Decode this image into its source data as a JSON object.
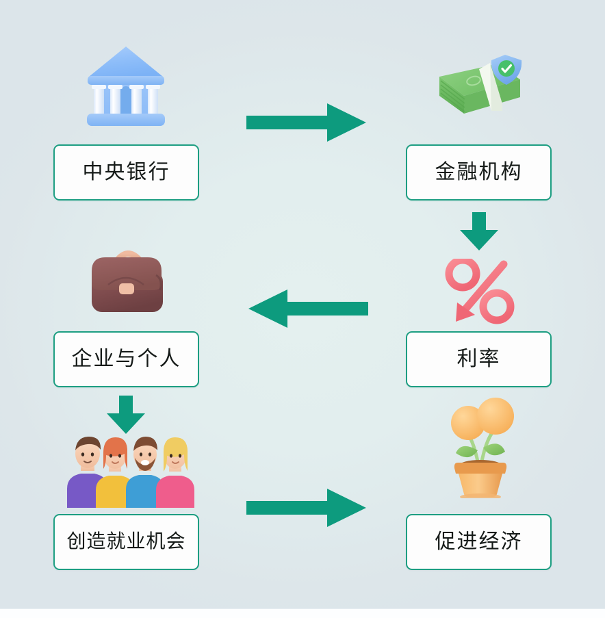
{
  "diagram": {
    "title": "",
    "accent_color": "#0d9b7e",
    "border_color": "#1d9e82",
    "background_center": "#e2efee",
    "background_edge": "#dde7ec",
    "nodes": [
      {
        "id": "central-bank",
        "label": "中央银行",
        "icon": "bank-building-icon",
        "column": "left",
        "row": 1
      },
      {
        "id": "financial-institutions",
        "label": "金融机构",
        "icon": "money-stack-shield-icon",
        "column": "right",
        "row": 1
      },
      {
        "id": "enterprises-individuals",
        "label": "企业与个人",
        "icon": "briefcase-icon",
        "column": "left",
        "row": 2
      },
      {
        "id": "interest-rate",
        "label": "利率",
        "icon": "percent-down-arrow-icon",
        "column": "right",
        "row": 2
      },
      {
        "id": "create-jobs",
        "label": "创造就业机会",
        "icon": "group-of-people-icon",
        "column": "left",
        "row": 3
      },
      {
        "id": "boost-economy",
        "label": "促进经济",
        "icon": "potted-plant-icon",
        "column": "right",
        "row": 3
      }
    ],
    "arrows": [
      {
        "id": "arrow-1",
        "from": "central-bank",
        "to": "financial-institutions",
        "direction": "right"
      },
      {
        "id": "arrow-2",
        "from": "financial-institutions",
        "to": "interest-rate",
        "direction": "down"
      },
      {
        "id": "arrow-3",
        "from": "interest-rate",
        "to": "enterprises-individuals",
        "direction": "left"
      },
      {
        "id": "arrow-4",
        "from": "enterprises-individuals",
        "to": "create-jobs",
        "direction": "down"
      },
      {
        "id": "arrow-5",
        "from": "create-jobs",
        "to": "boost-economy",
        "direction": "right"
      }
    ]
  }
}
